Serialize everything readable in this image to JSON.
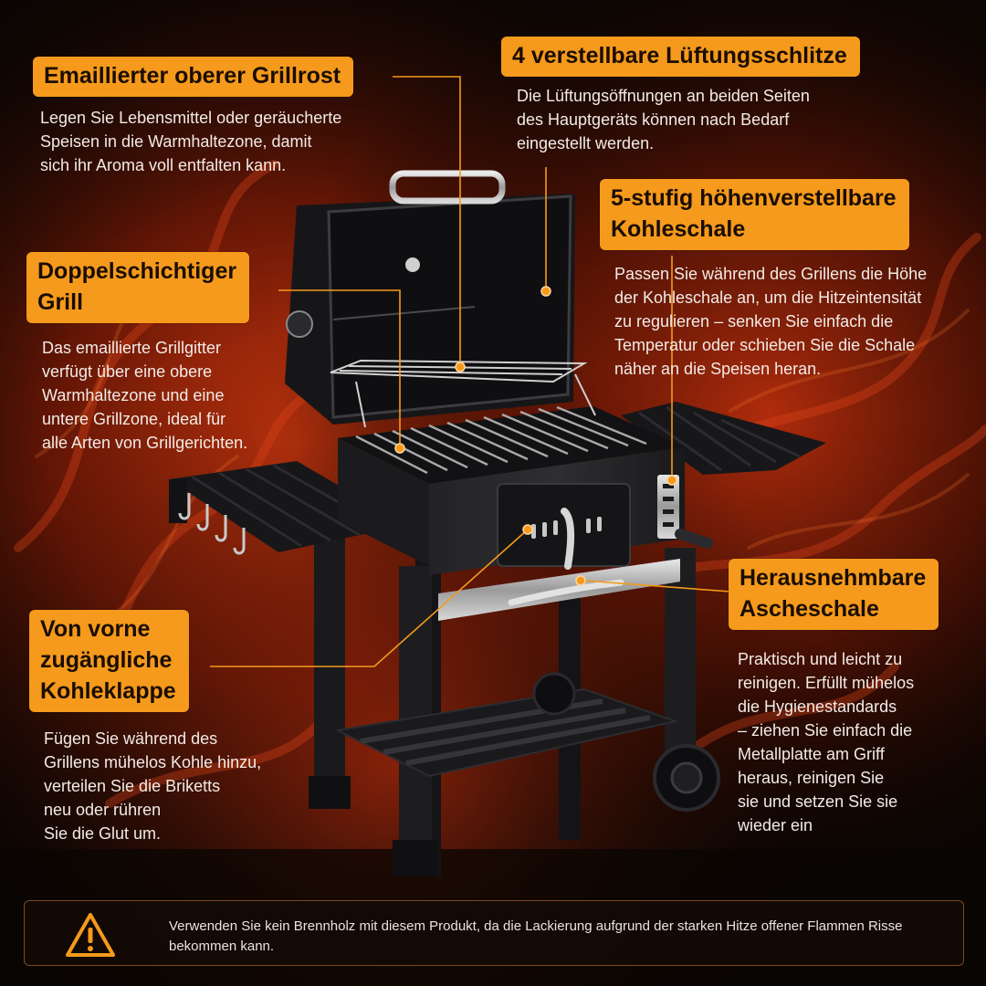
{
  "callouts": {
    "grill_top": {
      "title": "Emaillierter oberer Grillrost",
      "text": "Legen Sie Lebensmittel oder geräucherte\nSpeisen in die Warmhaltezone, damit\nsich ihr Aroma voll entfalten kann."
    },
    "vents": {
      "title": "4 verstellbare Lüftungsschlitze",
      "text": "Die Lüftungsöffnungen an beiden Seiten\ndes Hauptgeräts können nach Bedarf\neingestellt werden."
    },
    "coal_tray": {
      "title": "5-stufig höhenverstellbare\nKohleschale",
      "text": "Passen Sie während des Grillens die Höhe\nder Kohleschale an, um die Hitzeintensität\nzu regulieren – senken Sie einfach die\nTemperatur oder schieben Sie die Schale\nnäher an die Speisen heran."
    },
    "double_layer": {
      "title": "Doppelschichtiger\nGrill",
      "text": "Das emaillierte Grillgitter\nverfügt über eine obere\nWarmhaltezone und eine\nuntere Grillzone, ideal für\nalle Arten von Grillgerichten."
    },
    "ash_tray": {
      "title": "Herausnehmbare\nAscheschale",
      "text": "Praktisch und leicht zu\nreinigen. Erfüllt mühelos\ndie Hygienestandards\n– ziehen Sie einfach die\nMetallplatte am Griff\nheraus, reinigen Sie\nsie und setzen Sie sie\nwieder ein"
    },
    "front_door": {
      "title": "Von vorne\nzugängliche\nKohleklappe",
      "text": "Fügen Sie während des\nGrillens mühelos Kohle hinzu,\nverteilen Sie die Briketts\nneu oder rühren\nSie die Glut um."
    }
  },
  "warning": {
    "text": "Verwenden Sie kein Brennholz mit diesem Produkt, da die Lackierung aufgrund der starken Hitze offener Flammen Risse bekommen kann."
  },
  "colors": {
    "accent": "#f59a1c",
    "background": "#0a0503",
    "flame": "#c8330f",
    "grill_body": "#1c1c1e"
  },
  "icons": [
    "warning-icon"
  ]
}
